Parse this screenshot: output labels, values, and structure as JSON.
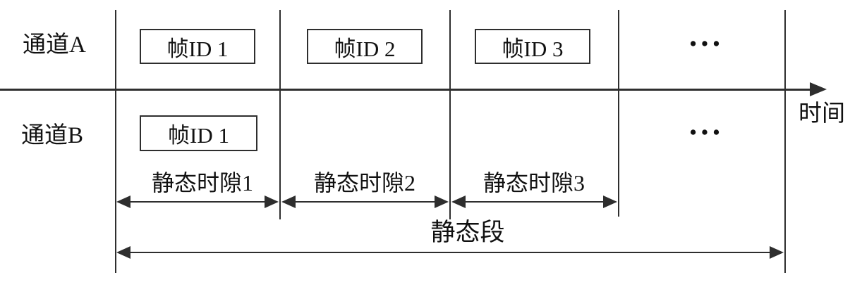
{
  "diagram": {
    "channels": [
      {
        "label": "通道A",
        "frames": [
          "帧ID 1",
          "帧ID 2",
          "帧ID 3"
        ],
        "ellipsis": "•••"
      },
      {
        "label": "通道B",
        "frames": [
          "帧ID 1"
        ],
        "ellipsis": "•••"
      }
    ],
    "axis": {
      "label": "时间"
    },
    "slots": {
      "labels": [
        "静态时隙1",
        "静态时隙2",
        "静态时隙3"
      ]
    },
    "segment": {
      "label": "静态段"
    },
    "colors": {
      "line": "#2e2e2e",
      "text": "#111111",
      "background": "#ffffff"
    }
  }
}
